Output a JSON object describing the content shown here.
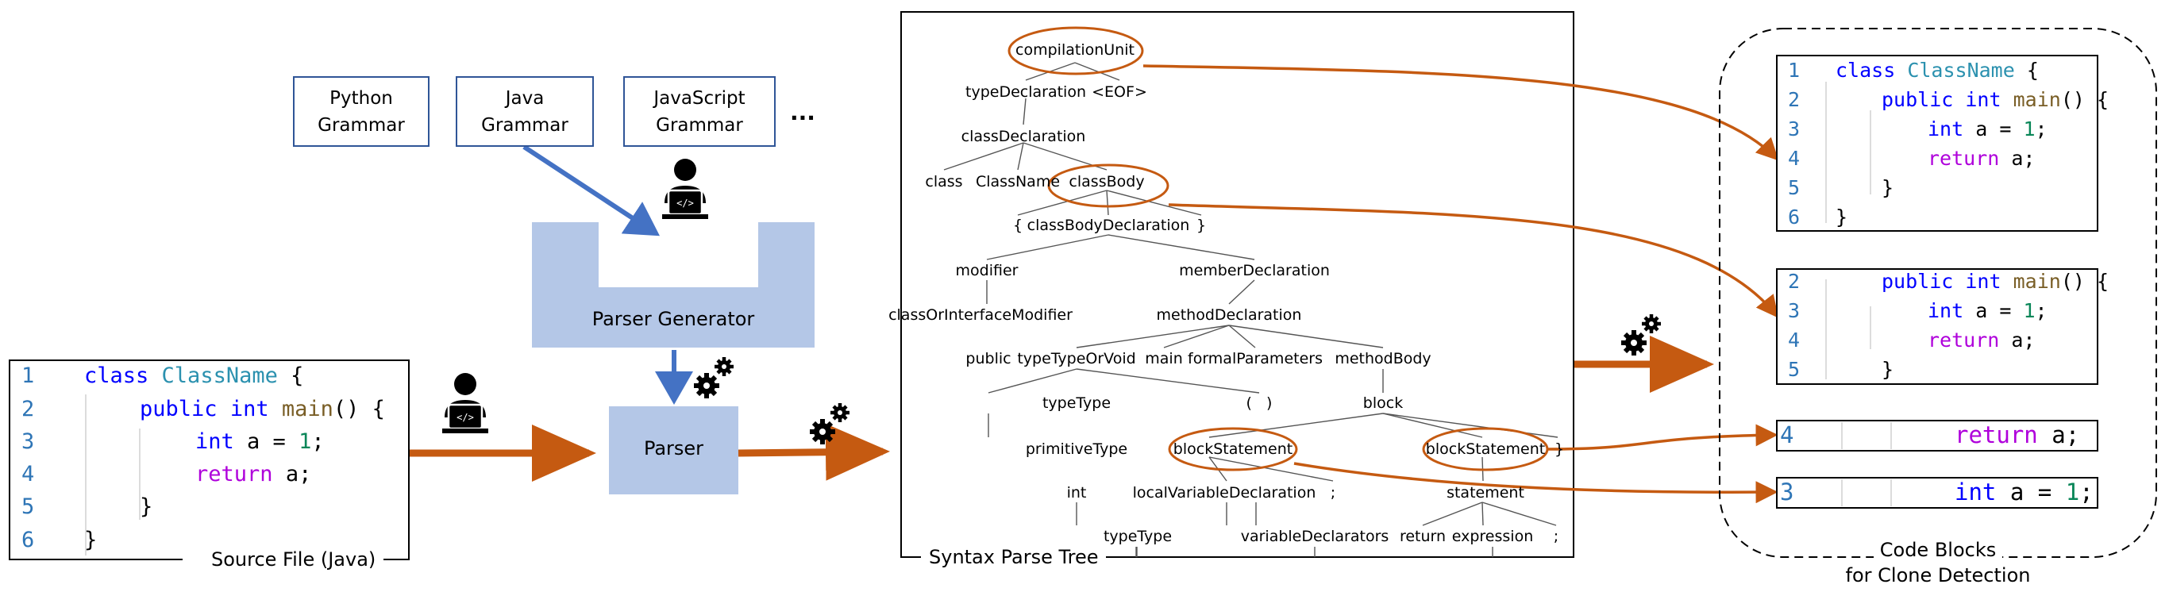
{
  "grammars": [
    {
      "line1": "Python",
      "line2": "Grammar"
    },
    {
      "line1": "Java",
      "line2": "Grammar"
    },
    {
      "line1": "JavaScript",
      "line2": "Grammar"
    }
  ],
  "grammars_more": "...",
  "parser_generator_label": "Parser Generator",
  "parser_label": "Parser",
  "source_caption": "Source File (Java)",
  "tree_caption": "Syntax Parse Tree",
  "blocks_caption_line1": "Code Blocks",
  "blocks_caption_line2": "for Clone Detection",
  "source_code": {
    "line_numbers": [
      "1",
      "2",
      "3",
      "4",
      "5",
      "6"
    ],
    "l1_kw": "class",
    "l1_name": "ClassName",
    "l1_rest": "{",
    "l2_kw1": "public",
    "l2_kw2": "int",
    "l2_fn": "main",
    "l2_rest": "() {",
    "l3_kw": "int",
    "l3_var": "a =",
    "l3_num": "1",
    "l3_end": ";",
    "l4_ret": "return",
    "l4_rest": "a;",
    "l5": "}",
    "l6": "}"
  },
  "tree": {
    "compilationUnit": "compilationUnit",
    "typeDeclaration": "typeDeclaration",
    "eof": "<EOF>",
    "classDeclaration": "classDeclaration",
    "class": "class",
    "className": "ClassName",
    "classBody": "classBody",
    "lbrace": "{",
    "classBodyDeclaration": "classBodyDeclaration",
    "rbrace": "}",
    "modifier": "modifier",
    "memberDeclaration": "memberDeclaration",
    "classOrInterfaceModifier": "classOrInterfaceModifier",
    "methodDeclaration": "methodDeclaration",
    "public": "public",
    "typeTypeOrVoid": "typeTypeOrVoid",
    "main": "main",
    "formalParameters": "formalParameters",
    "methodBody": "methodBody",
    "parens": "(   )",
    "typeType": "typeType",
    "block": "block",
    "primitiveType": "primitiveType",
    "blockStatement1": "blockStatement",
    "blockStatement2": "blockStatement",
    "blockRbrace": "}",
    "int": "int",
    "localVariableDeclaration": "localVariableDeclaration",
    "semi1": ";",
    "statement": "statement",
    "typeType2": "typeType",
    "variableDeclarators": "variableDeclarators",
    "return": "return",
    "expression": "expression",
    "semi2": ";"
  },
  "block1": {
    "line_numbers": [
      "1",
      "2",
      "3",
      "4",
      "5",
      "6"
    ],
    "l1_kw": "class",
    "l1_name": "ClassName",
    "l1_rest": "{",
    "l2_kw1": "public",
    "l2_kw2": "int",
    "l2_fn": "main",
    "l2_rest": "() {",
    "l3_kw": "int",
    "l3_var": "a =",
    "l3_num": "1",
    "l3_end": ";",
    "l4_ret": "return",
    "l4_rest": "a;",
    "l5": "}",
    "l6": "}"
  },
  "block2": {
    "line_numbers": [
      "2",
      "3",
      "4",
      "5"
    ],
    "l2_kw1": "public",
    "l2_kw2": "int",
    "l2_fn": "main",
    "l2_rest": "() {",
    "l3_kw": "int",
    "l3_var": "a =",
    "l3_num": "1",
    "l3_end": ";",
    "l4_ret": "return",
    "l4_rest": "a;",
    "l5": "}"
  },
  "block3": {
    "line_number": "4",
    "ret": "return",
    "rest": "a;"
  },
  "block4": {
    "line_number": "3",
    "kw": "int",
    "var": "a =",
    "num": "1",
    "end": ";"
  },
  "colors": {
    "arrow_orange": "#c55a11",
    "arrow_blue": "#4472c4",
    "box_blue": "#b4c7e7",
    "grammar_border": "#2f5597"
  },
  "icons": [
    "developer-icon",
    "gears-icon"
  ]
}
